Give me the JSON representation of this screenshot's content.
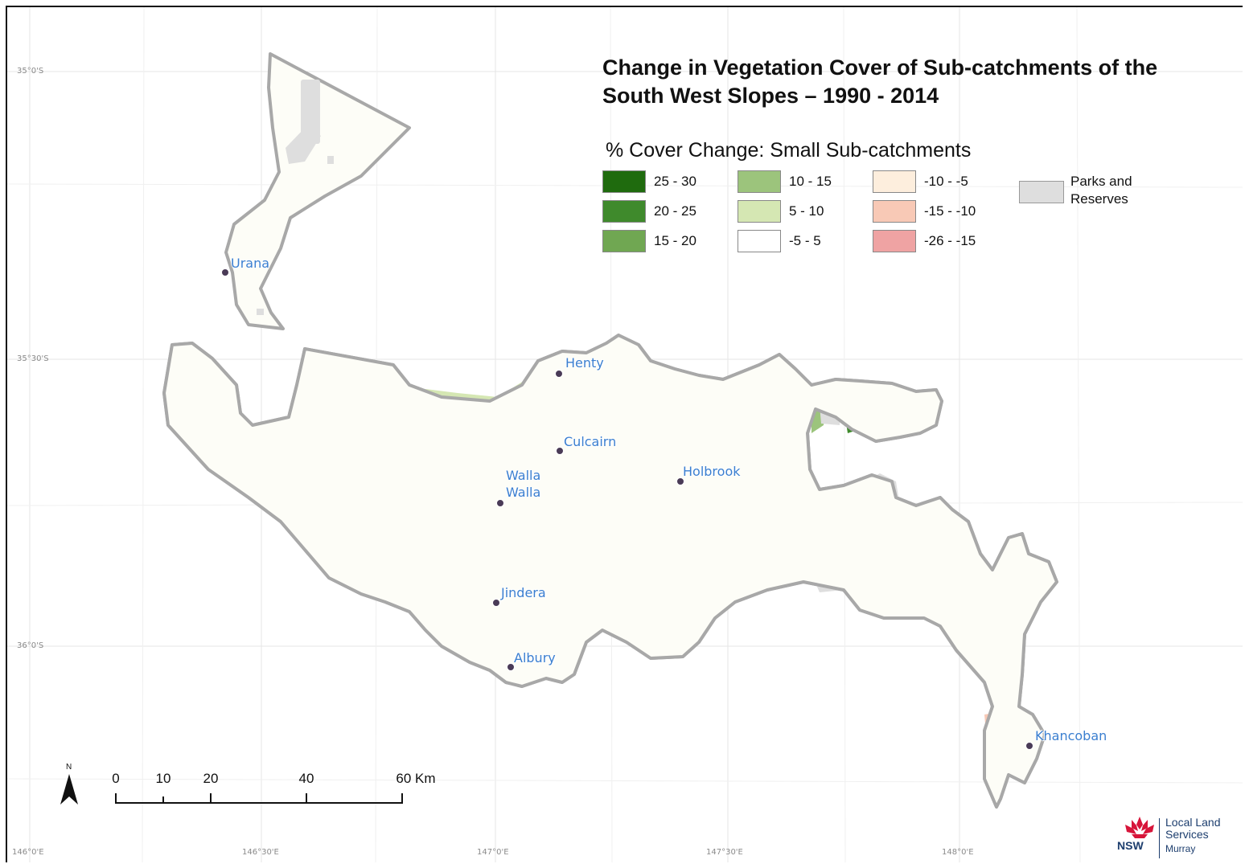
{
  "title": "Change in Vegetation Cover of Sub-catchments of the South West Slopes – 1990 - 2014",
  "legend": {
    "title": "% Cover Change: Small Sub-catchments",
    "classes": [
      {
        "label": "25 - 30",
        "color": "#1f6b0e"
      },
      {
        "label": "20 - 25",
        "color": "#3f8a2c"
      },
      {
        "label": "15 - 20",
        "color": "#70a752"
      },
      {
        "label": "10 - 15",
        "color": "#9cc47c"
      },
      {
        "label": "5 - 10",
        "color": "#d5e7b3"
      },
      {
        "label": "-5 - 5",
        "color": "#ffffff"
      },
      {
        "label": "-10 - -5",
        "color": "#fdeedd"
      },
      {
        "label": "-15 - -10",
        "color": "#f8c9b6"
      },
      {
        "label": "-26 - -15",
        "color": "#efa3a3"
      }
    ],
    "parks": {
      "label": "Parks and Reserves",
      "color": "#dedede"
    }
  },
  "latitude_labels": [
    "35°0'S",
    "35°30'S",
    "36°0'S"
  ],
  "longitude_labels": [
    "146°0'E",
    "146°30'E",
    "147°0'E",
    "147°30'E",
    "148°0'E"
  ],
  "towns": [
    {
      "name": "Urana"
    },
    {
      "name": "Henty"
    },
    {
      "name": "Culcairn"
    },
    {
      "name": "Holbrook"
    },
    {
      "name": "Walla Walla"
    },
    {
      "name": "Jindera"
    },
    {
      "name": "Albury"
    },
    {
      "name": "Khancoban"
    }
  ],
  "north_arrow": "N",
  "scale_bar": {
    "ticks": [
      "0",
      "10",
      "20",
      "40",
      "60 Km"
    ]
  },
  "logo": {
    "org": "Local Land Services",
    "region": "Murray",
    "gov": "NSW"
  },
  "colors": {
    "background": "#fdfdf7",
    "boundary": "#a8a8a8",
    "town_label": "#3b7fd0"
  }
}
